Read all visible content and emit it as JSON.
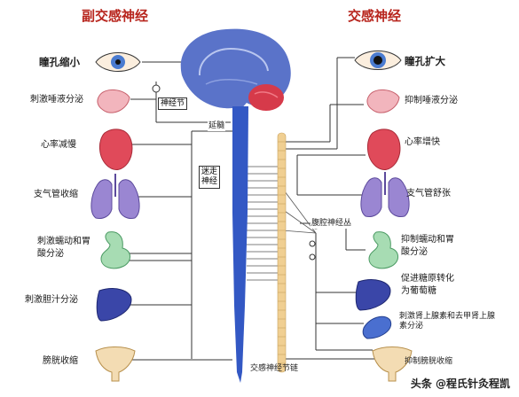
{
  "titles": {
    "left": "副交感神经",
    "right": "交感神经"
  },
  "left_labels": {
    "pupil": "瞳孔缩小",
    "saliva": "刺激唾液分泌",
    "heart": "心率减慢",
    "bronchi": "支气管收缩",
    "stomach": "刺激蠕动和胃酸分泌",
    "bile": "刺激胆汁分泌",
    "bladder": "膀胱收缩"
  },
  "right_labels": {
    "pupil": "瞳孔扩大",
    "saliva": "抑制唾液分泌",
    "heart": "心率增快",
    "bronchi": "支气管舒张",
    "stomach": "抑制蠕动和胃酸分泌",
    "liver": "促进糖原转化为葡萄糖",
    "adrenal": "刺激肾上腺素和去甲肾上腺素分泌",
    "bladder": "抑制膀胱收缩"
  },
  "center_labels": {
    "ganglion": "神经节",
    "medulla": "延髓",
    "vagus": "迷走神经",
    "celiac": "腹腔神经丛",
    "chain": "交感神经节链"
  },
  "watermark": "头条 @程氏针灸程凯",
  "colors": {
    "title": "#b8261e",
    "brain": "#5a73c9",
    "spine": "#3358c4",
    "chain": "#f0cf92",
    "organ_red": "#e04a5a",
    "lung": "#9a86d2",
    "stomach": "#a7dcb3",
    "liver": "#3a46a8"
  }
}
